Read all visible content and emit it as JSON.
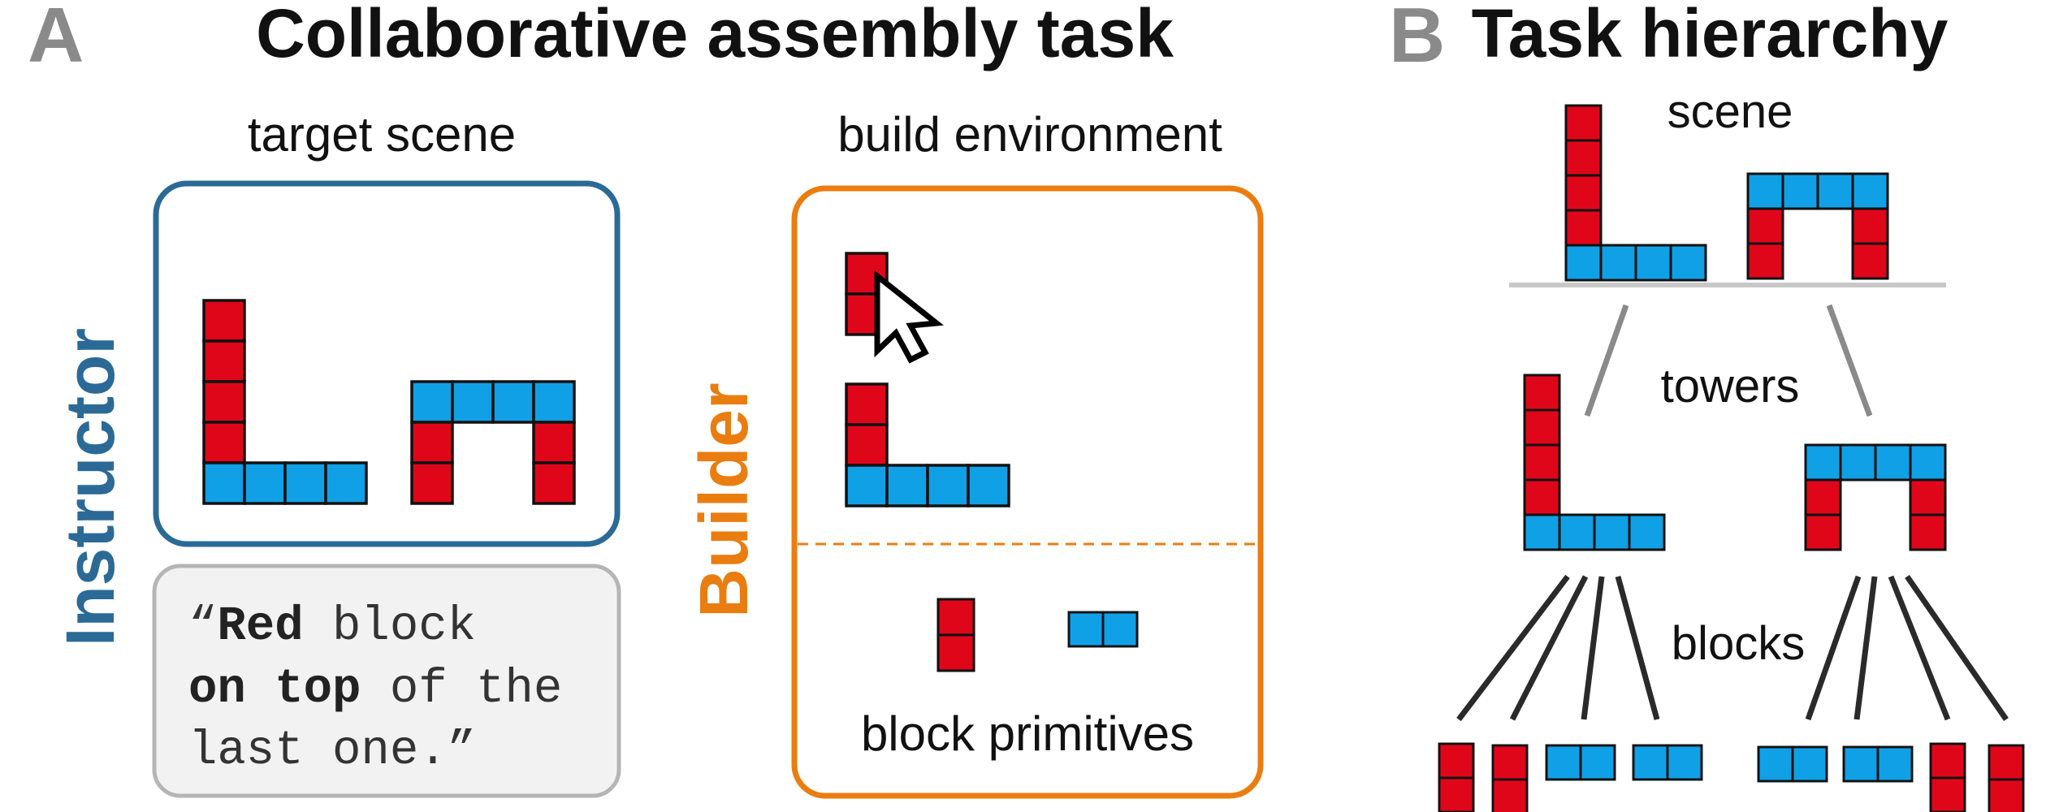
{
  "panel_a": {
    "letter": "A",
    "title": "Collaborative assembly task",
    "instructor_label": "Instructor",
    "builder_label": "Builder",
    "target_scene_label": "target scene",
    "build_environment_label": "build environment",
    "block_primitives_label": "block primitives",
    "message": {
      "open_quote": "“",
      "word_red": "Red",
      "word_block": " block",
      "word_on_top": "on top",
      "word_of_the": " of the",
      "line3": "last one.”"
    }
  },
  "panel_b": {
    "letter": "B",
    "title": "Task hierarchy",
    "levels": [
      "scene",
      "towers",
      "blocks"
    ]
  },
  "colors": {
    "red_block": "#e0061a",
    "blue_block": "#10a0e6",
    "instructor": "#2b6a96",
    "builder": "#ea7d10",
    "letter_gray": "#8a8a8a",
    "message_bg": "#f2f2f2",
    "message_border": "#b5b5b5",
    "divider_gray": "#c8c8c8",
    "connector_gray": "#8a8a8a",
    "connector_dark": "#2a2a2a"
  },
  "icons": [
    "mouse-cursor-icon"
  ]
}
